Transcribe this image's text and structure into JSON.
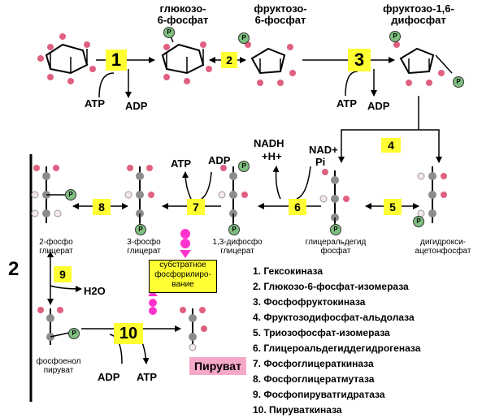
{
  "top_labels": {
    "g6p": "глюкозо-\n6-фосфат",
    "f6p": "фруктозо-\n6-фосфат",
    "f16bp": "фруктозо-1,6-\nдифосфат"
  },
  "step_numbers": [
    "1",
    "2",
    "3",
    "4",
    "5",
    "6",
    "7",
    "8",
    "9",
    "10"
  ],
  "cofactors": {
    "atp1": "ATP",
    "adp1": "ADP",
    "atp3": "ATP",
    "adp3": "ADP",
    "nadh": "NADH",
    "nadh_h": "+H+",
    "nad": "NAD+",
    "pi": "Pi",
    "atp7": "ATP",
    "adp7": "ADP",
    "h2o": "H2O",
    "adp10": "ADP",
    "atp10": "ATP"
  },
  "mid_labels": {
    "pg2": "2-фосфо\nглицерат",
    "pg3": "3-фосфо\nглицерат",
    "bpg": "1,3-дифосфо\nглицерат",
    "gap": "глицеральдегид\nфосфат",
    "dhap": "дигидрокси-\nацетонфосфат",
    "pep": "фосфоенол\nпируват"
  },
  "substrate_box": "субстратное\nфосфорилиро-\nвание",
  "pyruvate_label": "Пируват",
  "stage_number": "2",
  "phosphate_symbol": "P",
  "enzymes": [
    "1. Гексокиназа",
    "2. Глюкозо-6-фосфат-изомераза",
    "3. Фосфофруктокиназа",
    "4. Фруктозодифосфат-альдолаза",
    "5. Триозофосфат-изомераза",
    "6. Глицероальдегиддегидрогеназа",
    "7. Фосфоглицераткиназа",
    "8. Фосфоглицератмутаза",
    "9. Фосфопируватгидратаза",
    "10. Пируваткиназа"
  ],
  "colors": {
    "step_box": "#ffff33",
    "pyruvate_box": "#f6a8c8",
    "oxygen": "#e06080",
    "phosphate": "#7fbf7f",
    "carbon": "#8c8c8c",
    "hydrogen": "#f4e8e8",
    "atp_arrow": "#ff33cc"
  }
}
